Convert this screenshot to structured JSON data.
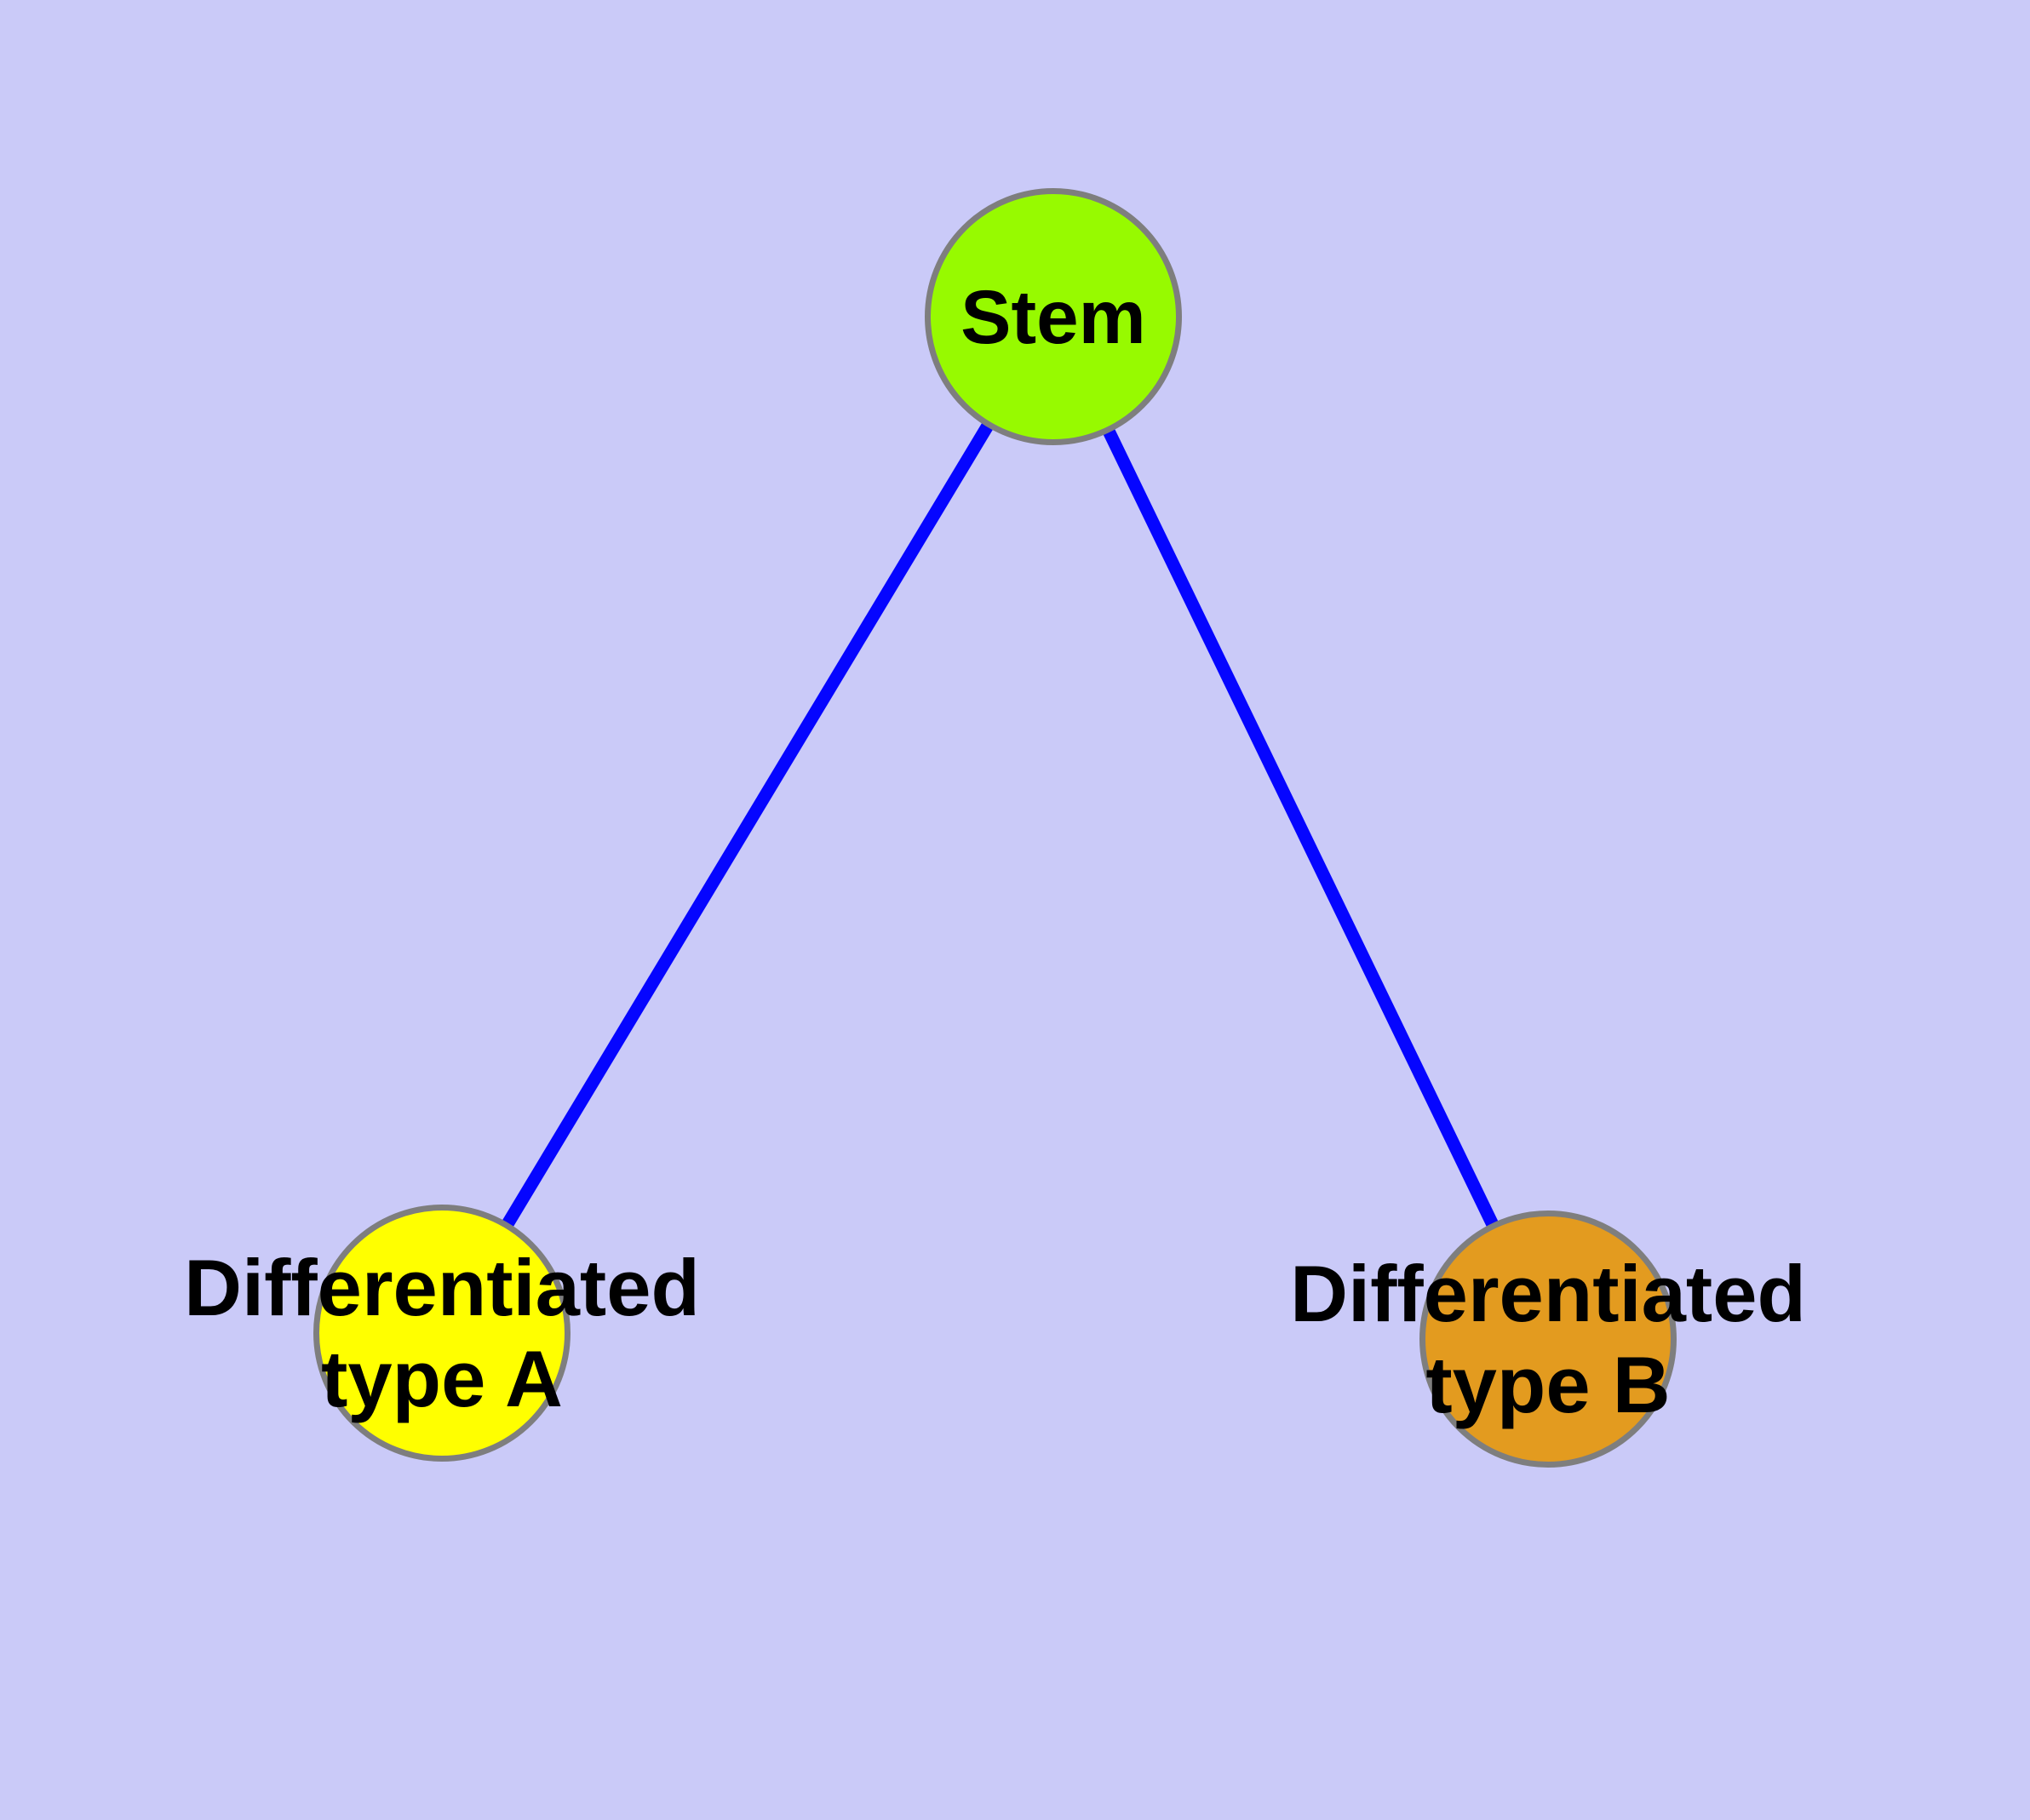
{
  "nodes": {
    "stem": {
      "label": "Stem",
      "fill": "#97fa00"
    },
    "type_a": {
      "label_lines": [
        "Differentiated",
        "type A"
      ],
      "fill": "#ffff00"
    },
    "type_b": {
      "label_lines": [
        "Differentiated",
        "type B"
      ],
      "fill": "#e39b1f"
    }
  },
  "edges": [
    {
      "from": "Stem",
      "to": "Differentiated type A"
    },
    {
      "from": "Stem",
      "to": "Differentiated type B"
    }
  ],
  "colors": {
    "background": "#cacaf8",
    "node-stem-fill": "#97fa00",
    "node-type-a-fill": "#ffff00",
    "node-type-b-fill": "#e39b1f",
    "node-border": "#7e7e7e",
    "edge": "#0505ff",
    "text": "#000000"
  }
}
